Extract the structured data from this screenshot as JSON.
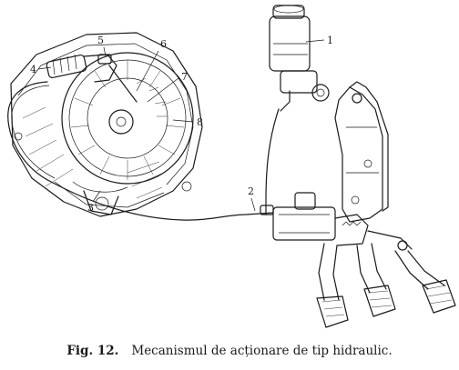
{
  "caption": {
    "figure_number": "Fig. 12.",
    "title": "Mecanismul de acționare de tip hidraulic."
  },
  "callouts": [
    "1",
    "2",
    "3",
    "4",
    "5",
    "6",
    "7",
    "8"
  ]
}
